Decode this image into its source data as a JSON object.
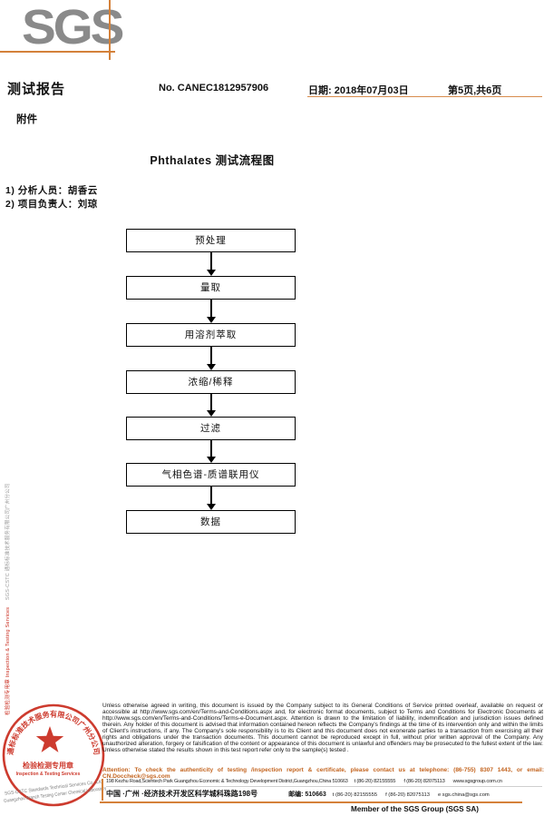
{
  "colors": {
    "accent_orange": "#D4813A",
    "attention_orange": "#C3641F",
    "stamp_red": "#C92A1C",
    "logo_gray": "#8A8A8A"
  },
  "header": {
    "logo_text": "SGS",
    "report_title": "测试报告",
    "report_no": "No. CANEC1812957906",
    "date": "日期: 2018年07月03日",
    "page_info": "第5页,共6页",
    "attachment_label": "附件"
  },
  "flowchart": {
    "title": "Phthalates 测试流程图",
    "notes": [
      "1) 分析人员：胡香云",
      "2) 项目负责人：刘琼"
    ],
    "steps": [
      "预处理",
      "量取",
      "用溶剂萃取",
      "浓缩/稀释",
      "过滤",
      "气相色谱-质谱联用仪",
      "数据"
    ]
  },
  "side_text": {
    "red": "检验检测专用章 Inspection & Testing Services",
    "gray": "SGS-CSTC 通标标准技术服务有限公司广州分公司"
  },
  "stamp": {
    "ring_text": "通标标准技术服务有限公司广州分公司",
    "title_cn": "检验检测专用章",
    "title_en": "Inspection & Testing Services",
    "company_en_1": "SGS-CSTC Standards Technical Services Co., Ltd.",
    "company_en_2": "Guangzhou Branch Testing Center Chemical Laboratory"
  },
  "footer": {
    "legal": "Unless otherwise agreed in writing, this document is issued by the Company subject to its General Conditions of Service printed overleaf, available on request or accessible at http://www.sgs.com/en/Terms-and-Conditions.aspx and, for electronic format documents, subject to Terms and Conditions for Electronic Documents at http://www.sgs.com/en/Terms-and-Conditions/Terms-e-Document.aspx. Attention is drawn to the limitation of liability, indemnification and jurisdiction issues defined therein. Any holder of this document is advised that information contained hereon reflects the Company's findings at the time of its intervention only and within the limits of Client's instructions, if any. The Company's sole responsibility is to its Client and this document does not exonerate parties to a transaction from exercising all their rights and obligations under the transaction documents. This document cannot be reproduced except in full, without prior written approval of the Company. Any unauthorized alteration, forgery or falsification of the content or appearance of this document is unlawful and offenders may be prosecuted to the fullest extent of the law. Unless otherwise stated the results shown in this test report refer only to the sample(s) tested .",
    "attention": "Attention: To check the authenticity of testing /inspection report & certificate, please contact us at telephone: (86-755) 8307 1443, or email: CN.Doccheck@sgs.com",
    "address_en": "198 Kezhu Road,Scientech Park Guangzhou Economic & Technology Development District,Guangzhou,China 510663",
    "address_en_tel": "t (86-20) 82155555",
    "address_en_fax": "f (86-20) 82075113",
    "address_en_web": "www.sgsgroup.com.cn",
    "address_cn": "中国 ·广州 ·经济技术开发区科学城科珠路198号",
    "address_cn_post": "邮编: 510663",
    "address_cn_tel": "t (86-20) 82155555",
    "address_cn_fax": "f (86-20) 82075113",
    "address_cn_email": "e sgs.china@sgs.com",
    "member_line": "Member of the SGS Group (SGS SA)"
  }
}
